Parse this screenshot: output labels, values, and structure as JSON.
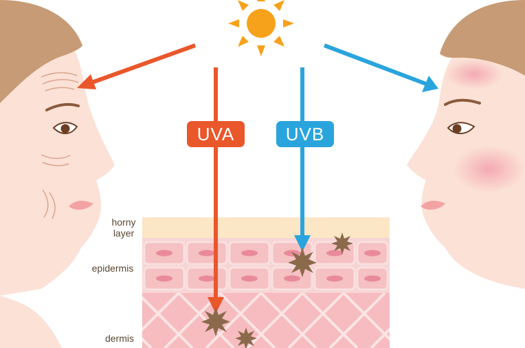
{
  "labels": {
    "uva": "UVA",
    "uvb": "UVB",
    "horny_layer": "horny\nlayer",
    "epidermis": "epidermis",
    "dermis": "dermis"
  },
  "colors": {
    "uva": "#e9572b",
    "uvb": "#2aa4dd",
    "sun": "#f7a21b",
    "skin": "#fbe1d6",
    "hair": "#c69b75",
    "horny_layer": "#fbe6c6",
    "epidermis": "#f6c8c9",
    "dermis": "#f6bcc0"
  }
}
